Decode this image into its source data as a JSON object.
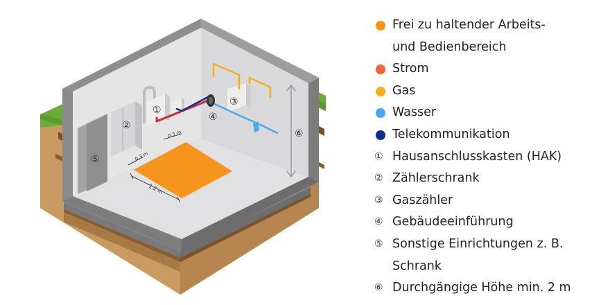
{
  "diagram": {
    "dimensions": {
      "clearance_left": "0,3 m",
      "clearance_top": "0,3 m",
      "width": "1,2 m"
    },
    "markers": {
      "hak": "①",
      "meter_cabinet": "②",
      "gas_meter": "③",
      "building_entry": "④",
      "cabinet": "⑤",
      "height": "⑥"
    }
  },
  "legend": {
    "items": [
      {
        "kind": "dot",
        "color": "#f7941d",
        "lines": [
          "Frei zu haltender Arbeits-",
          "und Bedienbereich"
        ]
      },
      {
        "kind": "dot",
        "color": "#f4623a",
        "lines": [
          "Strom"
        ]
      },
      {
        "kind": "dot",
        "color": "#f2b01e",
        "lines": [
          "Gas"
        ]
      },
      {
        "kind": "dot",
        "color": "#4aa8ec",
        "lines": [
          "Wasser"
        ]
      },
      {
        "kind": "dot",
        "color": "#0d2f8c",
        "lines": [
          "Telekommunikation"
        ]
      },
      {
        "kind": "num",
        "symbol": "①",
        "lines": [
          "Hausanschlusskasten (HAK)"
        ]
      },
      {
        "kind": "num",
        "symbol": "②",
        "lines": [
          "Zählerschrank"
        ]
      },
      {
        "kind": "num",
        "symbol": "③",
        "lines": [
          "Gaszähler"
        ]
      },
      {
        "kind": "num",
        "symbol": "④",
        "lines": [
          "Gebäudeeinführung"
        ]
      },
      {
        "kind": "num",
        "symbol": "⑤",
        "lines": [
          "Sonstige Einrichtungen z. B.",
          "Schrank"
        ]
      },
      {
        "kind": "num",
        "symbol": "⑥",
        "lines": [
          "Durchgängige Höhe min. 2 m"
        ]
      }
    ]
  }
}
